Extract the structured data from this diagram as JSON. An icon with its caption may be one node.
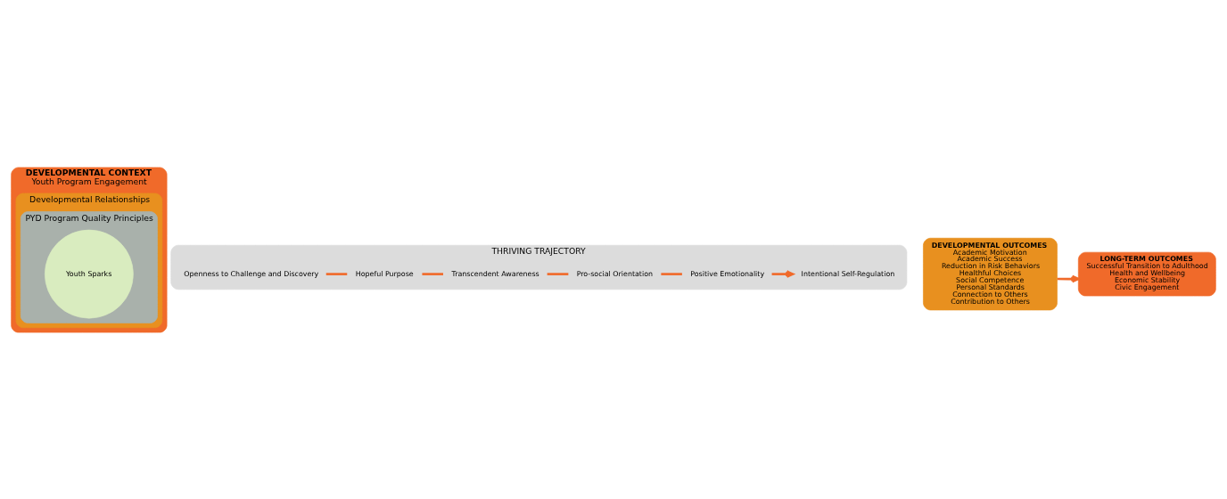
{
  "diagram": {
    "nodes": [
      {
        "text": [
          "DEVELOPMENTAL CONTEXT",
          "Youth Program Engagement"
        ]
      },
      {
        "text": [
          "Developmental Relationships"
        ],
        "in": 0
      },
      {
        "text": [
          "PYD Program Quality Principles"
        ],
        "in": 1
      },
      {
        "text": [
          "Youth Sparks"
        ],
        "in": 2
      },
      {
        "text": [
          "THRIVING TRAJECTORY"
        ]
      },
      {
        "text": [
          "Openness to Challenge and Discovery"
        ],
        "in": 4
      },
      {
        "text": [
          "Hopeful Purpose"
        ],
        "in": 4
      },
      {
        "text": [
          "Transcendent Awareness"
        ],
        "in": 4
      },
      {
        "text": [
          "Pro-social Orientation"
        ],
        "in": 4
      },
      {
        "text": [
          "Positive Emotionality"
        ],
        "in": 4
      },
      {
        "text": [
          "Intentional Self-Regulation"
        ],
        "in": 4
      },
      {
        "text": [
          "DEVELOPMENTAL OUTCOMES",
          "Academic Motivation",
          "Academic Success",
          "Reduction in Risk Behaviors",
          "Healthful Choices",
          "Social Competence",
          "Personal Standards",
          "Connection to Others",
          "Contribution to Others"
        ]
      },
      {
        "text": [
          "LONG-TERM OUTCOMES",
          "Successful Transition to Adulthood",
          "Health and Wellbeing",
          "Economic Stability",
          "Civic Engagement"
        ]
      }
    ],
    "edges": [
      {
        "from": 5,
        "to": 6,
        "arrow": "none"
      },
      {
        "from": 6,
        "to": 7,
        "arrow": "none"
      },
      {
        "from": 7,
        "to": 8,
        "arrow": "none"
      },
      {
        "from": 8,
        "to": 9,
        "arrow": "none"
      },
      {
        "from": 9,
        "to": 10,
        "arrow": "to"
      },
      {
        "from": 11,
        "to": 12,
        "arrow": "to"
      }
    ]
  }
}
